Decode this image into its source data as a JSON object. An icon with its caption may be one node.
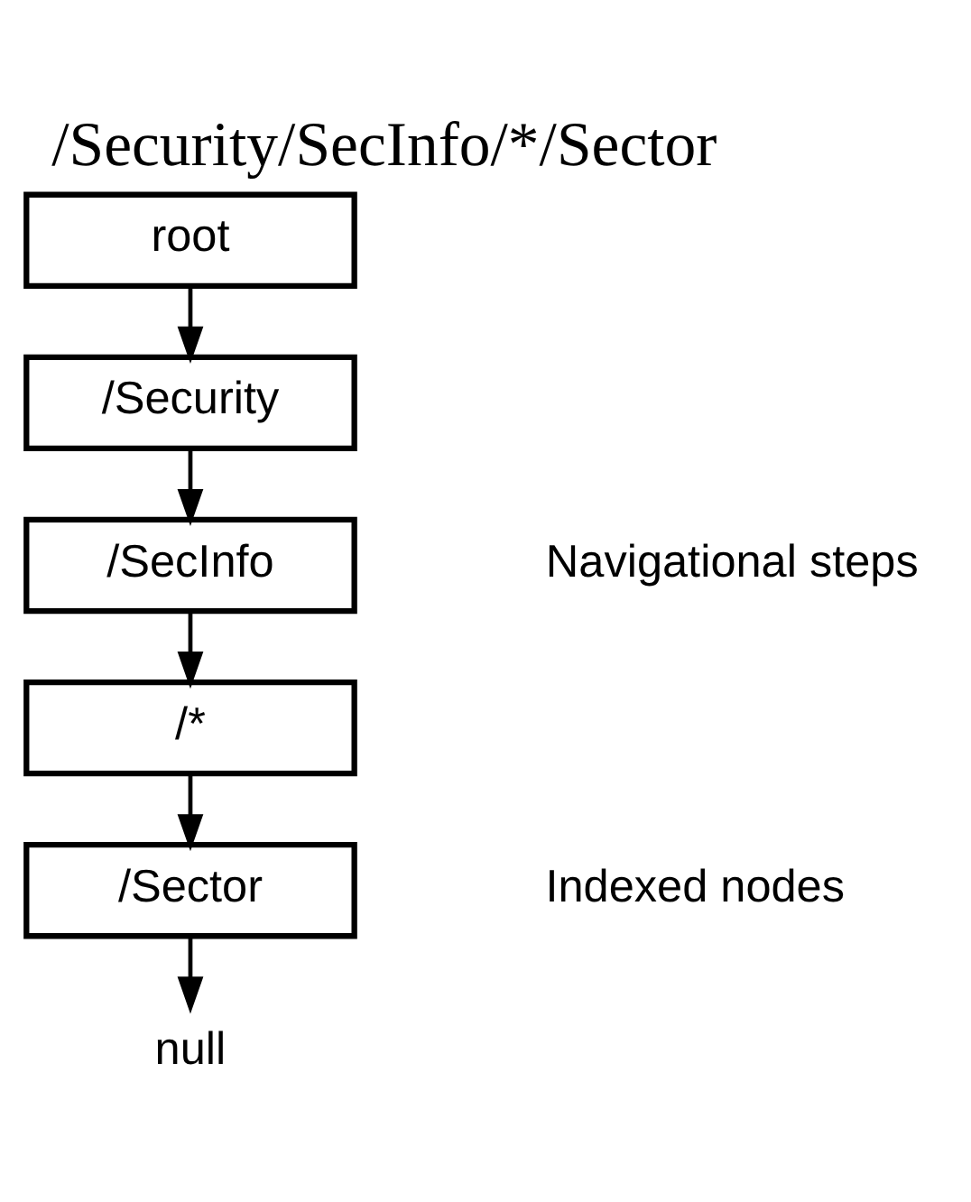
{
  "diagram": {
    "title": "/Security/SecInfo/*/Sector",
    "nodes": [
      {
        "text": [
          "root"
        ]
      },
      {
        "text": [
          "/Security"
        ]
      },
      {
        "text": [
          "/SecInfo"
        ]
      },
      {
        "text": [
          "/*"
        ]
      },
      {
        "text": [
          "/Sector"
        ]
      },
      {
        "text": [
          "null"
        ]
      }
    ],
    "edges": [
      {
        "from": 0,
        "to": 1,
        "arrow": "to"
      },
      {
        "from": 1,
        "to": 2,
        "arrow": "to"
      },
      {
        "from": 2,
        "to": 3,
        "arrow": "to"
      },
      {
        "from": 3,
        "to": 4,
        "arrow": "to"
      },
      {
        "from": 4,
        "to": 5,
        "arrow": "to"
      }
    ],
    "labels": [
      "Navigational steps",
      "Indexed nodes"
    ]
  }
}
